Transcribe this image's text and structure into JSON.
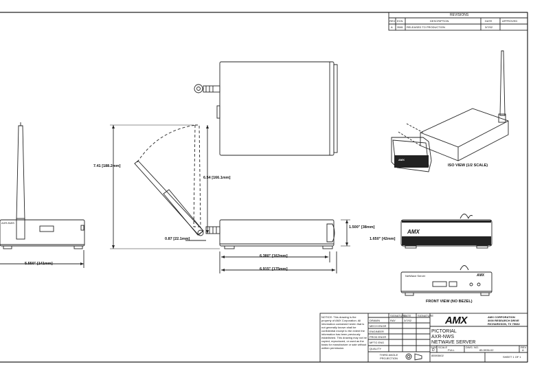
{
  "revisions": {
    "title": "REVISIONS",
    "headers": [
      "REV",
      "ECN",
      "DESCRIPTION",
      "DATE",
      "APPROVED"
    ],
    "row": [
      "A",
      "3581",
      "RELEASED TO PRODUCTION",
      "3/7/02",
      ""
    ]
  },
  "dimensions": {
    "width_front": "5.550\" [141mm]",
    "height_antenna": "7.41 [188.2mm]",
    "height_antenna_vertical": "6.54 [166.1mm]",
    "antenna_offset": "0.87 [22.1mm]",
    "height_body": "1.500\" [38mm]",
    "height_body_right": "1.650\" [42mm]",
    "depth_body": "6.380\" [162mm]",
    "depth_total": "6.915\" [175mm]"
  },
  "labels": {
    "iso_view": "ISO VIEW (1/2 SCALE)",
    "front_view_no_bezel": "FRONT VIEW (NO BEZEL)",
    "front_brand": "AXR-NWS",
    "brand_logo": "AMX",
    "panel_brand": "NetWave Server"
  },
  "notice": "NOTICE:  This drawing is the property of AMX Corporation. All information contained herein that is not generally known shall be confidential except to the extent the information has been previously established. This drawing may not be copied, reproduced, or used as the basis for manufacture or sale without written permission.",
  "title_block": {
    "sig_headers": [
      "SIGNATURE",
      "DATE",
      "SIGNATURE"
    ],
    "rows": [
      {
        "role": "DRAWN",
        "name": "RAY",
        "date": "3/7/02"
      },
      {
        "role": "MECH ENGR",
        "name": "",
        "date": ""
      },
      {
        "role": "ENGINEER",
        "name": "",
        "date": ""
      },
      {
        "role": "PROD ENGR",
        "name": "",
        "date": ""
      },
      {
        "role": "MFTG ENG",
        "name": "",
        "date": ""
      },
      {
        "role": "QUALITY",
        "name": "",
        "date": ""
      }
    ],
    "projection": "THIRD ANGLE PROJECTION",
    "company_line1": "AMX CORPORATION",
    "company_line2": "3000 RESEARCH DRIVE",
    "company_line3": "RICHARDSON, TX 75082",
    "title_line1": "PICTORIAL",
    "title_line2": "AXR-NWS",
    "title_line3": "NETWAVE SERVER",
    "size_label": "SIZE",
    "size_value": "D",
    "scale_label": "SCALE",
    "scale_value": "FULL",
    "dwg_label": "DWG. NO.",
    "dwg_value": "85-5936-02",
    "rev_label": "REV",
    "rev_value": "A",
    "cad_value": "85593602",
    "sheet": "SHEET  1 OF 1"
  }
}
